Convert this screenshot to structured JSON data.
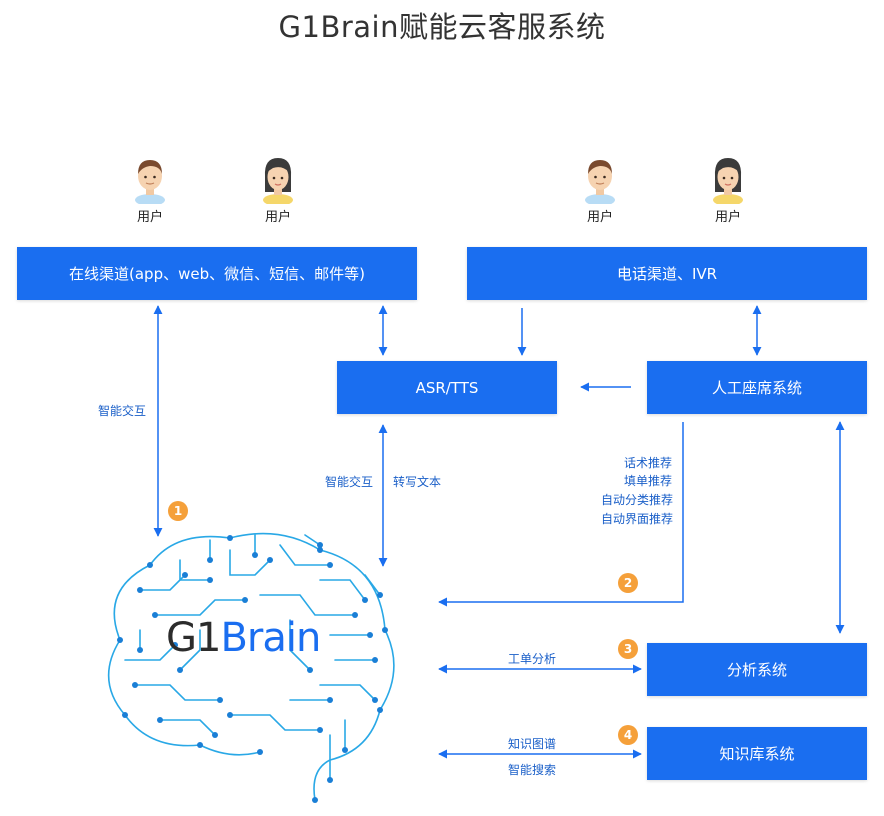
{
  "title": "G1Brain赋能云客服系统",
  "users": {
    "u1": "用户",
    "u2": "用户",
    "u3": "用户",
    "u4": "用户"
  },
  "boxes": {
    "online_channel": "在线渠道(app、web、微信、短信、邮件等)",
    "phone_channel": "电话渠道、IVR",
    "asr_tts": "ASR/TTS",
    "agent_system": "人工座席系统",
    "analysis_system": "分析系统",
    "knowledge_system": "知识库系统"
  },
  "labels": {
    "smart_interaction_left": "智能交互",
    "smart_interaction_mid": "智能交互",
    "transcribe": "转写文本",
    "script_recommend": "话术推荐",
    "form_recommend": "填单推荐",
    "auto_classify": "自动分类推荐",
    "auto_ui": "自动界面推荐",
    "ticket_analysis": "工单分析",
    "knowledge_graph": "知识图谱",
    "smart_search": "智能搜索"
  },
  "steps": [
    "1",
    "2",
    "3",
    "4"
  ],
  "brain": {
    "g1": "G1",
    "brain": "Brain"
  },
  "colors": {
    "box": "#1a6ef0",
    "arrow": "#1a6ef0",
    "step": "#f5a03a",
    "circuit": "#29a8e6"
  }
}
